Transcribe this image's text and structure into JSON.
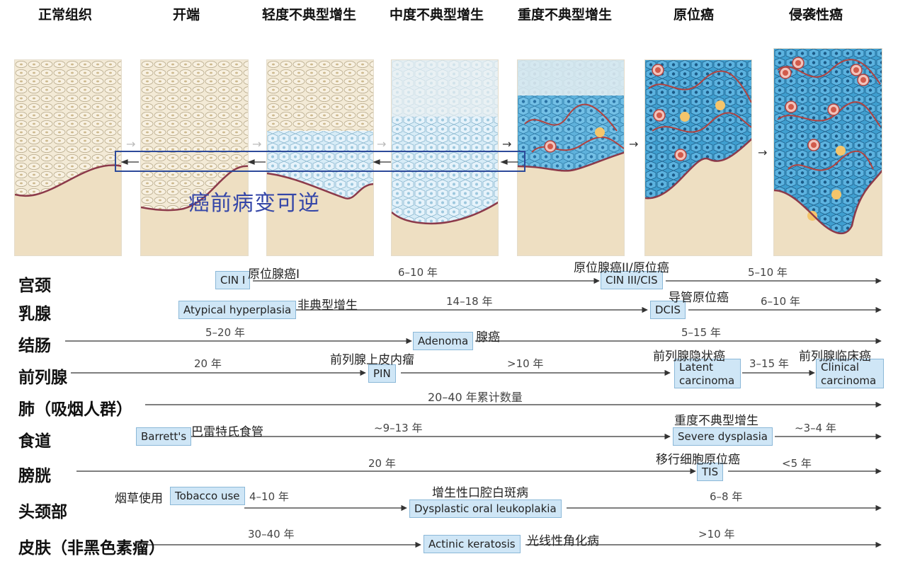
{
  "stages": [
    "正常组织",
    "开端",
    "轻度不典型增生",
    "中度不典型增生",
    "重度不典型增生",
    "原位癌",
    "侵袭性癌"
  ],
  "reversible_label": "癌前病变可逆",
  "rows": [
    {
      "organ": "宫颈",
      "items": [
        {
          "box": "CIN I",
          "zh": "原位腺癌I"
        },
        {
          "yr": "6–10 年"
        },
        {
          "box": "CIN III/CIS",
          "zh": "原位腺癌II/原位癌"
        },
        {
          "yr": "5–10 年"
        }
      ]
    },
    {
      "organ": "乳腺",
      "items": [
        {
          "box": "Atypical hyperplasia",
          "zh": "非典型增生"
        },
        {
          "yr": "14–18 年"
        },
        {
          "box": "DCIS",
          "zh": "导管原位癌"
        },
        {
          "yr": "6–10 年"
        }
      ]
    },
    {
      "organ": "结肠",
      "items": [
        {
          "yr": "5–20 年"
        },
        {
          "box": "Adenoma",
          "zh": "腺癌"
        },
        {
          "yr": "5–15 年"
        }
      ]
    },
    {
      "organ": "前列腺",
      "items": [
        {
          "yr": "20 年"
        },
        {
          "box": "PIN",
          "zh": "前列腺上皮内瘤"
        },
        {
          "yr": ">10 年"
        },
        {
          "box": "Latent carcinoma",
          "zh": "前列腺隐状癌"
        },
        {
          "yr": "3–15 年"
        },
        {
          "box": "Clinical carcinoma",
          "zh": "前列腺临床癌"
        }
      ]
    },
    {
      "organ": "肺（吸烟人群）",
      "items": [
        {
          "yr": "20–40 年累计数量"
        }
      ]
    },
    {
      "organ": "食道",
      "items": [
        {
          "box": "Barrett's",
          "zh": "巴雷特氏食管"
        },
        {
          "yr": "~9–13 年"
        },
        {
          "box": "Severe dysplasia",
          "zh": "重度不典型增生"
        },
        {
          "yr": "~3–4 年"
        }
      ]
    },
    {
      "organ": "膀胱",
      "items": [
        {
          "yr": "20 年"
        },
        {
          "box": "TIS",
          "zh": "移行细胞原位癌"
        },
        {
          "yr": "<5 年"
        }
      ]
    },
    {
      "organ": "头颈部",
      "items": [
        {
          "box": "Tobacco use",
          "zh": "烟草使用"
        },
        {
          "yr": "4–10 年"
        },
        {
          "box": "Dysplastic oral leukoplakia",
          "zh": "增生性口腔白斑病"
        },
        {
          "yr": "6–8 年"
        }
      ]
    },
    {
      "organ": "皮肤（非黑色素瘤）",
      "items": [
        {
          "yr": "30–40 年"
        },
        {
          "box": "Actinic keratosis",
          "zh": "光线性角化病"
        },
        {
          "yr": ">10 年"
        }
      ]
    }
  ]
}
